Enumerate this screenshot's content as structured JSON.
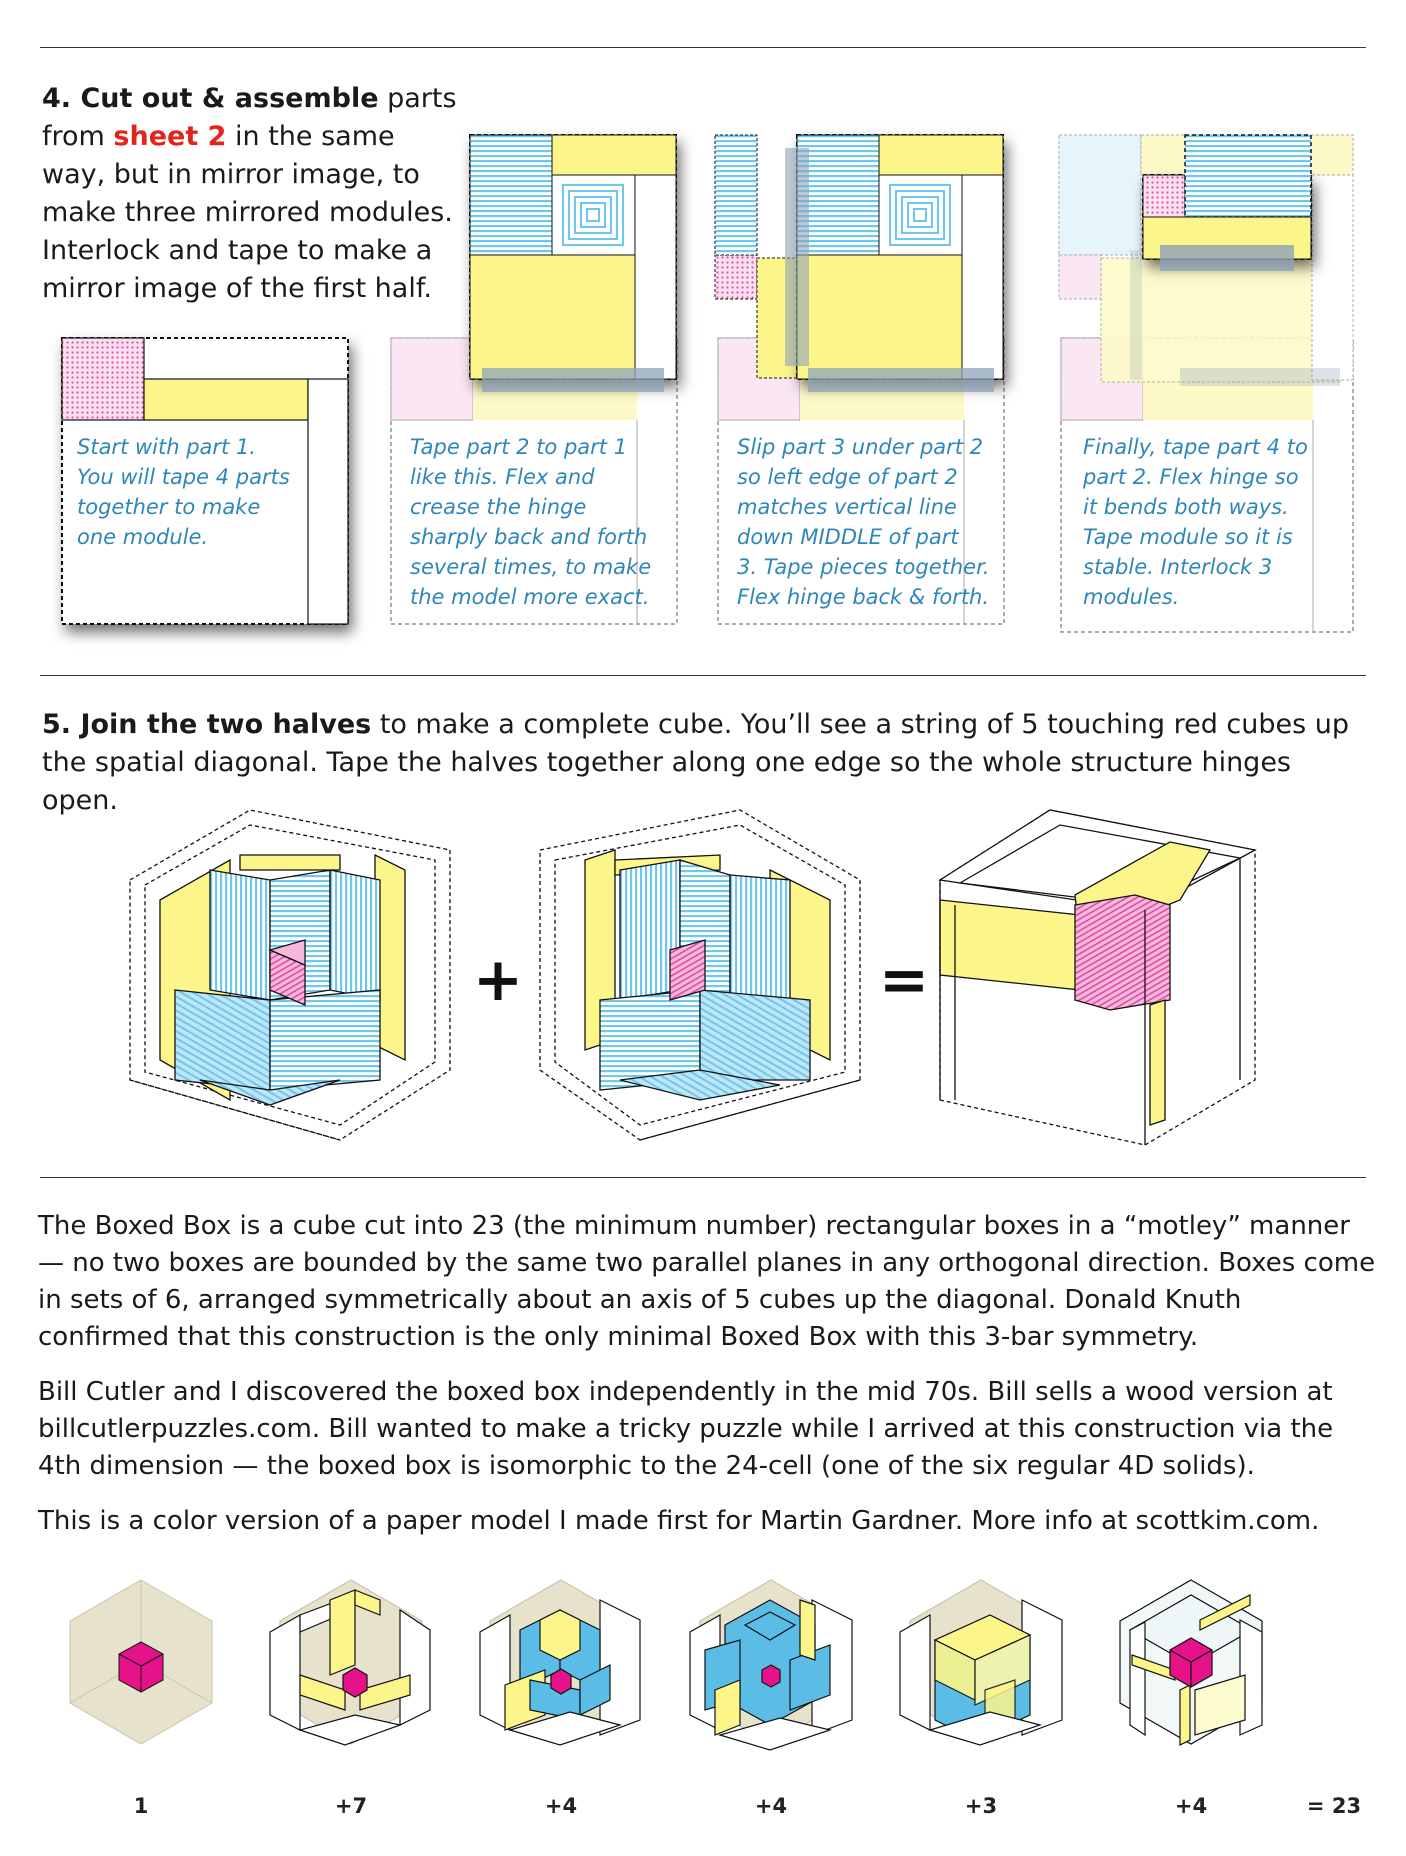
{
  "step4": {
    "heading": "4. Cut out & assemble",
    "text_a": " parts from ",
    "sheet": "sheet 2",
    "text_b": " in the same way, but in mirror image, to make three mirrored modules. Interlock and tape to make a mirror image of the first half."
  },
  "captions": [
    [
      "Start with part 1.",
      "You will tape 4 parts",
      "together to make",
      "one module."
    ],
    [
      "Tape part 2 to part 1",
      "like this. Flex and",
      "crease the hinge",
      "sharply back and forth",
      "several times, to make",
      "the model more exact."
    ],
    [
      "Slip part 3 under part 2",
      "so left edge of part 2",
      "matches vertical line",
      "down MIDDLE of  part",
      "3. Tape pieces together.",
      "Flex hinge back & forth."
    ],
    [
      "Finally, tape part 4 to",
      "part 2. Flex hinge so",
      "it bends both ways.",
      "Tape module so it is",
      "stable. Interlock 3",
      "modules."
    ]
  ],
  "step5": {
    "heading": "5. Join the two halves",
    "text": " to make a complete cube. You’ll see a string of 5 touching red cubes up the spatial diagonal. Tape the halves together along one edge so the whole structure hinges open."
  },
  "operators": {
    "plus": "+",
    "equals": "="
  },
  "paragraphs": [
    "The Boxed Box is a cube cut into 23 (the minimum number) rectangular boxes in a “motley” manner — no two boxes are bounded by the same two parallel planes in any orthogonal direction. Boxes come in sets of 6, arranged symmetrically about an axis of 5 cubes up the diagonal. Donald Knuth confirmed that this construction is the only minimal Boxed Box with this 3-bar symmetry.",
    "Bill Cutler and I discovered the boxed box independently in the mid 70s. Bill sells a wood version at billcutlerpuzzles.com. Bill wanted to make a tricky puzzle while I arrived at this construction via the 4th dimension — the boxed box is isomorphic to the 24-cell (one of the six regular 4D solids).",
    "This is a color version of a paper model I made first for Martin Gardner. More info at scottkim.com."
  ],
  "sequence": [
    {
      "label": "1"
    },
    {
      "label": "+7"
    },
    {
      "label": "+4"
    },
    {
      "label": "+4"
    },
    {
      "label": "+3"
    },
    {
      "label": "+4"
    }
  ],
  "total": "= 23",
  "colors": {
    "yellow": "#fbf58a",
    "blue": "#bfe6f6",
    "pink": "#ee8fc8",
    "magenta": "#e6128a",
    "caption": "#2f86b8",
    "accent_red": "#e1251b"
  }
}
